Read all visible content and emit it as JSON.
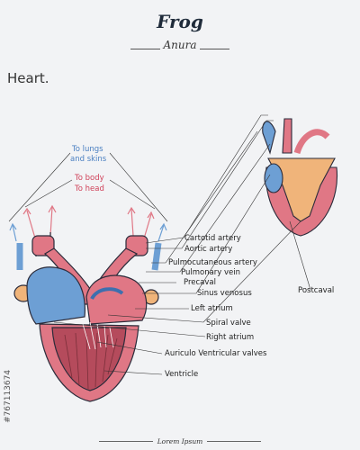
{
  "header": {
    "title": "Frog",
    "subtitle": "Anura"
  },
  "section_title": "Heart.",
  "flow_labels": {
    "lungs": [
      "To lungs",
      "and skins"
    ],
    "body": [
      "To body",
      "To head"
    ]
  },
  "labels": [
    "Cartotid artery",
    "Aortic artery",
    "Pulmocutaneous artery",
    "Pulmonary vein",
    "Precaval",
    "Sinus venosus",
    "Left atrium",
    "Spiral valve",
    "Right atrium",
    "Auriculo Ventricular valves",
    "Ventricle"
  ],
  "side_label": "Postcaval",
  "footer": "Lorem Ipsum",
  "watermark": "#767113674",
  "colors": {
    "artery_red": "#e07785",
    "artery_dark": "#b54b5c",
    "vein_blue": "#6d9fd4",
    "vein_dark": "#3e6fae",
    "atrium_orange": "#f0b47a",
    "outline": "#2b2b3a",
    "line": "#333333"
  }
}
